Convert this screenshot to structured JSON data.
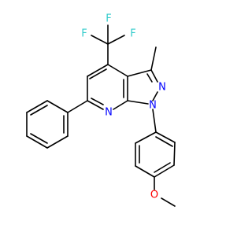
{
  "molecule": {
    "atoms": {
      "f_left": "F",
      "f_right": "F",
      "f_bottom": "F",
      "n_pyridine": "N",
      "n_pyrazole_1": "N",
      "n_pyrazole_2": "N",
      "o_methoxy": "O"
    },
    "colors": {
      "bond": "#000000",
      "nitrogen": "#0000ff",
      "oxygen": "#ff0000",
      "fluorine": "#33cccc"
    }
  }
}
